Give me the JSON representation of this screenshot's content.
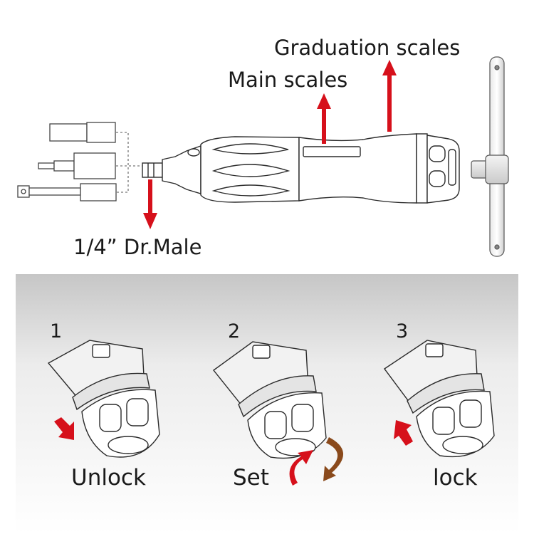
{
  "labels": {
    "graduation_scales": "Graduation scales",
    "main_scales": "Main scales",
    "drive": "1/4” Dr.Male"
  },
  "steps": [
    {
      "number": "1",
      "action": "Unlock"
    },
    {
      "number": "2",
      "action": "Set"
    },
    {
      "number": "3",
      "action": "lock"
    }
  ],
  "colors": {
    "arrow": "#d6101b",
    "rotate_arrow": "#8a4a1c",
    "line": "#2b2b2b",
    "panel_top": "#c9c9c9",
    "panel_bottom": "#ffffff"
  }
}
